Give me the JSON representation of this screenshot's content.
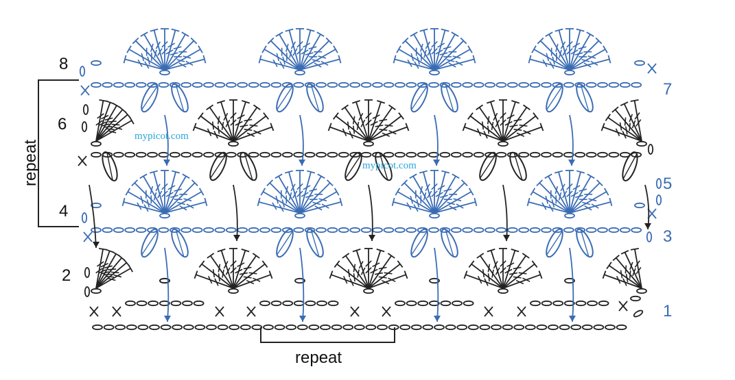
{
  "colors": {
    "black": "#222222",
    "blue": "#3a6cb4",
    "watermark": "#2aa5d8"
  },
  "rows_left": [
    {
      "label": "8",
      "color": "black"
    },
    {
      "label": "6",
      "color": "black"
    },
    {
      "label": "4",
      "color": "black"
    },
    {
      "label": "2",
      "color": "black"
    }
  ],
  "rows_right": [
    {
      "label": "7",
      "color": "blue"
    },
    {
      "label": "5",
      "color": "blue"
    },
    {
      "label": "3",
      "color": "blue"
    },
    {
      "label": "1",
      "color": "blue"
    }
  ],
  "repeat_vertical_label": "repeat",
  "repeat_bottom_label": "repeat",
  "watermarks": [
    "mypicot.com",
    "mypicot.com"
  ],
  "symbols": {
    "chain": "chain-oval",
    "single_crochet": "X",
    "treble": "slashed-post"
  }
}
